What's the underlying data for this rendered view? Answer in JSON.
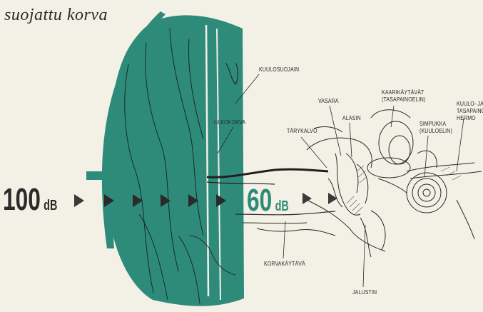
{
  "title": "suojattu korva",
  "level_outside": {
    "value": "100",
    "unit": "dB"
  },
  "level_inside": {
    "value": "60",
    "unit": "dB"
  },
  "labels": {
    "kuulosuojain": "KUULOSUOJAIN",
    "ulkokorva": "ULKOKORVA",
    "tarykalvo": "TÄRYKALVO",
    "vasara": "VASARA",
    "alasin": "ALASIN",
    "kaarikaytavat_1": "KAARIKÄYTÄVÄT",
    "kaarikaytavat_2": "(TASAPAINOELIN)",
    "simpukka_1": "SIMPUKKA",
    "simpukka_2": "(KUULOELIN)",
    "kuulo_1": "KUULO- JA",
    "kuulo_2": "TASAPAINO-",
    "kuulo_3": "HERMO",
    "korvakaytava": "KORVAKÄYTÄVÄ",
    "jalustin": "JALUSTIN"
  },
  "colors": {
    "background": "#f3f0e6",
    "protector": "#2e8b7a",
    "ink": "#2a2a2a",
    "arrow": "#3a3a3a"
  },
  "icons": [
    "arrow-right-icon",
    "headband-shape",
    "ear-anatomy-drawing"
  ]
}
